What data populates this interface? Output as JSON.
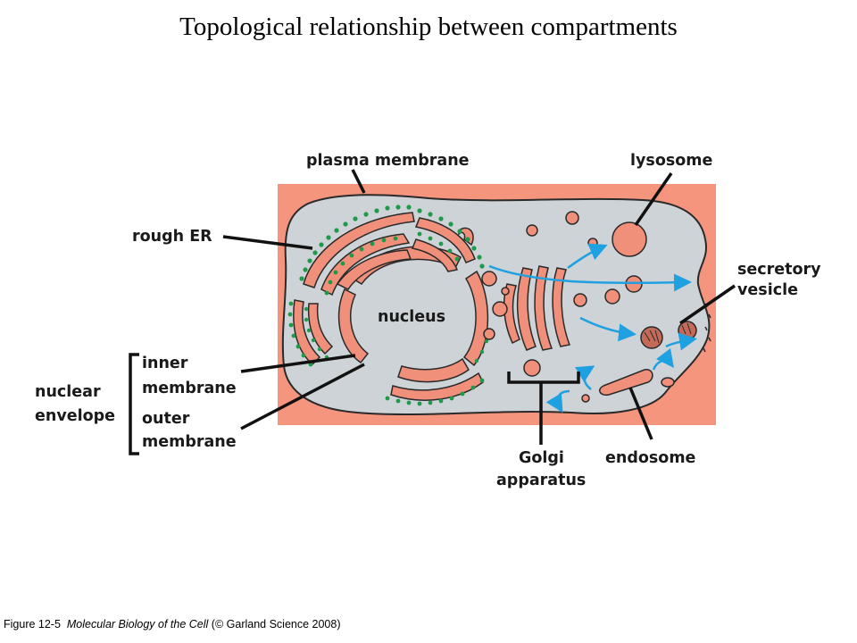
{
  "title": "Topological relationship between compartments",
  "labels": {
    "plasma_membrane": "plasma membrane",
    "lysosome": "lysosome",
    "rough_er": "rough ER",
    "secretory_1": "secretory",
    "secretory_2": "vesicle",
    "nucleus": "nucleus",
    "inner_1": "inner",
    "inner_2": "membrane",
    "nuclear_1": "nuclear",
    "nuclear_2": "envelope",
    "outer_1": "outer",
    "outer_2": "membrane",
    "golgi_1": "Golgi",
    "golgi_2": "apparatus",
    "endosome": "endosome"
  },
  "caption": {
    "figure": "Figure 12-5",
    "book": "Molecular Biology of the Cell",
    "credit": "(© Garland Science 2008)"
  },
  "colors": {
    "extracellular": "#f5957e",
    "cytosol": "#cdd3d6",
    "organelle_lumen": "#f0907a",
    "membrane_outline": "#2a2a2a",
    "ribosome": "#1e9a4a",
    "transport_arrow": "#1fa0e0",
    "leader_line": "#111111"
  }
}
